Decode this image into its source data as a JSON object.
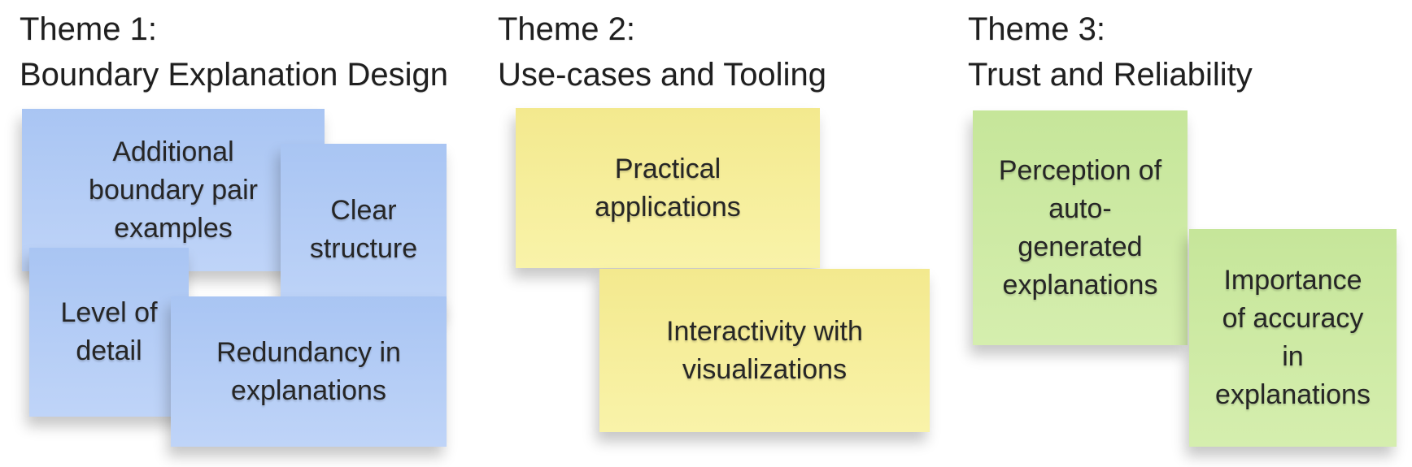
{
  "board": {
    "background": "#ffffff",
    "title_color": "#1f1f1f",
    "note_text_color": "#262626"
  },
  "themes": [
    {
      "title": "Theme 1:\nBoundary Explanation Design",
      "color_name": "blue",
      "colors": {
        "top": "#a9c5f3",
        "bottom": "#bfd4f8"
      },
      "notes": [
        {
          "text": "Additional\nboundary pair\nexamples"
        },
        {
          "text": "Clear\nstructure"
        },
        {
          "text": "Level of\ndetail"
        },
        {
          "text": "Redundancy in\nexplanations"
        }
      ]
    },
    {
      "title": "Theme 2:\nUse-cases and Tooling",
      "color_name": "yellow",
      "colors": {
        "top": "#f3e98e",
        "bottom": "#f9f3a9"
      },
      "notes": [
        {
          "text": "Practical\napplications"
        },
        {
          "text": "Interactivity with\nvisualizations"
        }
      ]
    },
    {
      "title": "Theme 3:\nTrust and Reliability",
      "color_name": "green",
      "colors": {
        "top": "#c6e69a",
        "bottom": "#d5eeae"
      },
      "notes": [
        {
          "text": "Perception of\nauto-\ngenerated\nexplanations"
        },
        {
          "text": "Importance\nof accuracy\nin\nexplanations"
        }
      ]
    }
  ]
}
